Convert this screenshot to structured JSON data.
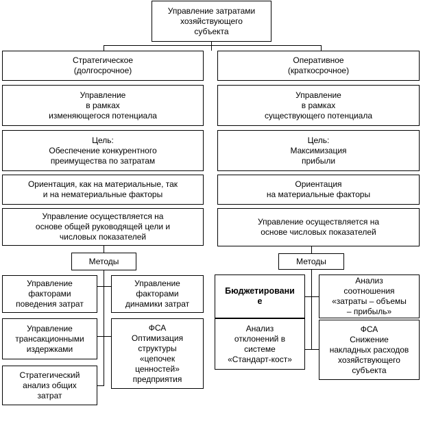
{
  "root": "Управление затратами\nхозяйствующего\nсубъекта",
  "left": {
    "title": "Стратегическое\n(долгосрочное)",
    "management": "Управление\nв рамках\nизменяющегося потенциала",
    "goal": "Цель:\nОбеспечение конкурентного\nпреимущества по затратам",
    "orientation": "Ориентация, как на материальные, так\nи на нематериальные факторы",
    "control": "Управление осуществляется на\nоснове общей руководящей цели и\nчисловых показателей",
    "methods_label": "Методы",
    "methods": [
      "Управление\nфакторами\nповедения затрат",
      "Управление\nфакторами\nдинамики затрат",
      "Управление\nтрансакционными\nиздержками",
      "ФСА\nОптимизация\nструктуры\n«цепочек\nценностей»\nпредприятия",
      "Стратегический\nанализ общих\nзатрат"
    ]
  },
  "right": {
    "title": "Оперативное\n(краткосрочное)",
    "management": "Управление\nв рамках\nсуществующего потенциала",
    "goal": "Цель:\nМаксимизация\nприбыли",
    "orientation": "Ориентация\nна материальные факторы",
    "control": "Управление осуществляется на\nоснове числовых показателей",
    "methods_label": "Методы",
    "methods": [
      "Бюджетировани\nе",
      "Анализ\nсоотношения\n«затраты – объемы\n– прибыль»",
      "Анализ\nотклонений в\nсистеме\n«Стандарт-кост»",
      "ФСА\nСнижение\nнакладных расходов\nхозяйствующего\nсубъекта"
    ]
  }
}
